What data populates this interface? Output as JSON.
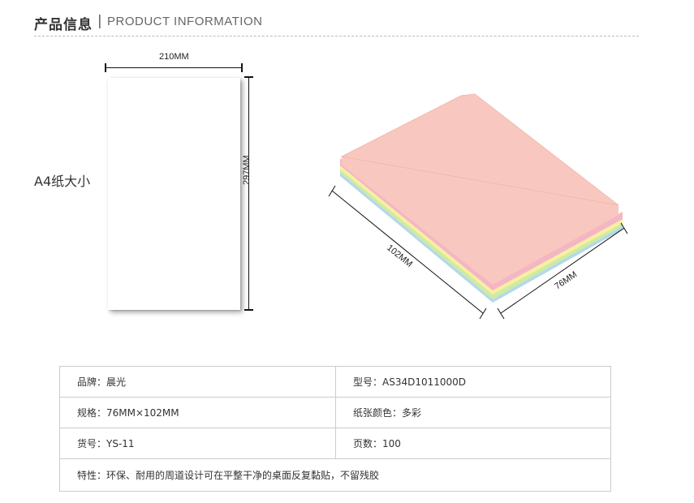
{
  "header": {
    "title_cn": "产品信息",
    "separator": "|",
    "title_en": "PRODUCT INFORMATION"
  },
  "illustration": {
    "a4_label": "A4纸大小",
    "a4_width_label": "210MM",
    "a4_height_label": "297MM",
    "pad_length_label": "102MM",
    "pad_width_label": "76MM",
    "pad_colors": {
      "top": "#f8c8c0",
      "pink": "#f4b6c4",
      "yellow": "#f6f0a0",
      "green": "#cfeaa4",
      "blue": "#b4d8ec"
    }
  },
  "specs": {
    "brand": "品牌：晨光",
    "model": "型号：AS34D1011000D",
    "size": "规格：76MM×102MM",
    "paper_color": "纸张颜色：多彩",
    "item_no": "货号：YS-11",
    "pages": "页数：100",
    "feature": "特性：环保、耐用的周道设计可在平整干净的桌面反复黏贴，不留残胶"
  }
}
